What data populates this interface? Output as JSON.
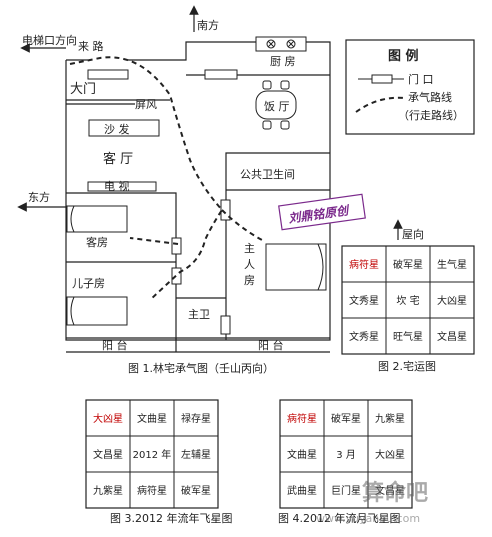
{
  "plan": {
    "north_label": "南方",
    "south_label": "电梯口方向",
    "east_label": "东方",
    "entry_path_label": "来 路",
    "rooms": {
      "main_door": "大门",
      "screen": "屏风",
      "sofa": "沙 发",
      "living_room": "客 厅",
      "tv": "电 视",
      "guest_room": "客房",
      "son_room": "儿子房",
      "kitchen": "厨 房",
      "dining": "饭 厅",
      "public_wc": "公共卫生间",
      "master_room": "主\n人\n房",
      "master_wc": "主卫",
      "balcony_left": "阳 台",
      "balcony_right": "阳 台"
    },
    "stamp": "刘鼎铭原创",
    "caption": "图 1.林宅承气图（壬山丙向）"
  },
  "legend": {
    "title": "图 例",
    "door": "门 口",
    "airflow": "承气路线",
    "airflow_note": "（行走路线）"
  },
  "fig2": {
    "direction": "屋向",
    "caption": "图 2.宅运图",
    "cells": [
      {
        "text": "病符星",
        "color": "#c00000"
      },
      {
        "text": "破军星",
        "color": "#222"
      },
      {
        "text": "生气星",
        "color": "#222"
      },
      {
        "text": "文秀星",
        "color": "#222"
      },
      {
        "text": "坎 宅",
        "color": "#222"
      },
      {
        "text": "大凶星",
        "color": "#222"
      },
      {
        "text": "文秀星",
        "color": "#222"
      },
      {
        "text": "旺气星",
        "color": "#222"
      },
      {
        "text": "文昌星",
        "color": "#222"
      }
    ]
  },
  "fig3": {
    "caption": "图 3.2012 年流年飞星图",
    "cells": [
      {
        "text": "大凶星",
        "color": "#c00000"
      },
      {
        "text": "文曲星",
        "color": "#222"
      },
      {
        "text": "禄存星",
        "color": "#222"
      },
      {
        "text": "文昌星",
        "color": "#222"
      },
      {
        "text": "2012 年",
        "color": "#222"
      },
      {
        "text": "左辅星",
        "color": "#222"
      },
      {
        "text": "九紫星",
        "color": "#222"
      },
      {
        "text": "病符星",
        "color": "#222"
      },
      {
        "text": "破军星",
        "color": "#222"
      }
    ]
  },
  "fig4": {
    "caption": "图 4.2012 年流月飞星图",
    "cells": [
      {
        "text": "病符星",
        "color": "#c00000"
      },
      {
        "text": "破军星",
        "color": "#222"
      },
      {
        "text": "九紫星",
        "color": "#222"
      },
      {
        "text": "文曲星",
        "color": "#222"
      },
      {
        "text": "3 月",
        "color": "#222"
      },
      {
        "text": "大凶星",
        "color": "#222"
      },
      {
        "text": "武曲星",
        "color": "#222"
      },
      {
        "text": "巨门星",
        "color": "#222"
      },
      {
        "text": "文昌星",
        "color": "#222"
      }
    ]
  },
  "watermark": {
    "text": "算命吧",
    "url": "www.yuyanbu.com"
  }
}
